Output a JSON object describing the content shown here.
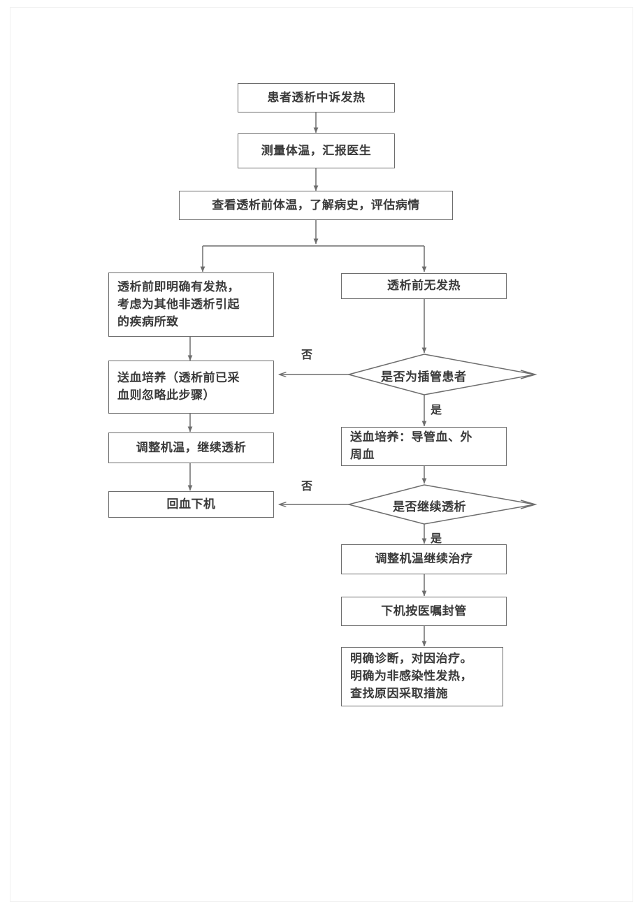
{
  "diagram": {
    "type": "flowchart",
    "title_text": "",
    "stroke_color": "#6d6d6d",
    "text_color": "#3a3a3a",
    "background_color": "#ffffff",
    "nodes": [
      {
        "id": "n1",
        "shape": "rect",
        "label": "患者透析中诉发热"
      },
      {
        "id": "n2",
        "shape": "rect",
        "label": "测量体温，汇报医生"
      },
      {
        "id": "n3",
        "shape": "rect",
        "label": "查看透析前体温，了解病史，评估病情"
      },
      {
        "id": "n4",
        "shape": "rect",
        "label": "透析前即明确有发热，\n考虑为其他非透析引起\n的疾病所致"
      },
      {
        "id": "n5",
        "shape": "rect",
        "label": "透析前无发热"
      },
      {
        "id": "n6",
        "shape": "diamond",
        "label": "是否为插管患者"
      },
      {
        "id": "n7",
        "shape": "rect",
        "label": "送血培养（透析前已采\n血则忽略此步骤）"
      },
      {
        "id": "n8",
        "shape": "rect",
        "label": "送血培养：导管血、外\n周血"
      },
      {
        "id": "n9",
        "shape": "rect",
        "label": "调整机温，继续透析"
      },
      {
        "id": "n10",
        "shape": "diamond",
        "label": "是否继续透析"
      },
      {
        "id": "n11",
        "shape": "rect",
        "label": "回血下机"
      },
      {
        "id": "n12",
        "shape": "rect",
        "label": "调整机温继续治疗"
      },
      {
        "id": "n13",
        "shape": "rect",
        "label": "下机按医嘱封管"
      },
      {
        "id": "n14",
        "shape": "rect",
        "label": "明确诊断，对因治疗。\n明确为非感染性发热，\n查找原因采取措施"
      }
    ],
    "edge_labels": {
      "branch_no_1": "否",
      "branch_yes_1": "是",
      "branch_no_2": "否",
      "branch_yes_2": "是"
    }
  }
}
